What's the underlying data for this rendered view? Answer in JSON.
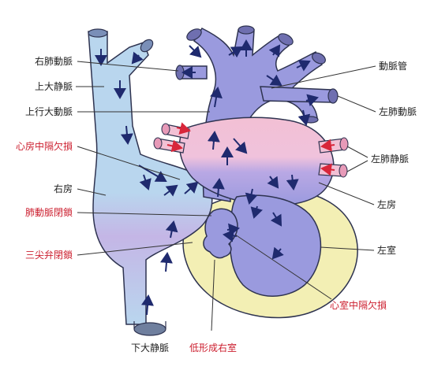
{
  "labels_left": {
    "right_pulmonary_artery": "右肺動脈",
    "superior_vena_cava": "上大静脈",
    "ascending_aorta": "上行大動脈",
    "atrial_septal_defect": "心房中隔欠損",
    "right_atrium": "右房",
    "pulmonary_atresia": "肺動脈閉鎖",
    "tricuspid_atresia": "三尖弁閉鎖"
  },
  "labels_right": {
    "ductus_arteriosus": "動脈管",
    "left_pulmonary_artery": "左肺動脈",
    "left_pulmonary_veins": "左肺静脈",
    "left_atrium": "左房",
    "left_ventricle": "左室",
    "ventricular_septal_defect": "心室中隔欠損"
  },
  "labels_bottom": {
    "inferior_vena_cava": "下大静脈",
    "hypoplastic_right_ventricle": "低形成右室"
  },
  "colors": {
    "venous_blue": "#b9d6ee",
    "arterial_purple": "#9a9ade",
    "oxygenated_pink": "#f2c0d4",
    "ventricle_yellow": "#f3efb4",
    "outline": "#2e3350",
    "arrow_blue": "#1f2a6e",
    "arrow_red": "#d8263a",
    "label_red": "#cc1f2f"
  }
}
